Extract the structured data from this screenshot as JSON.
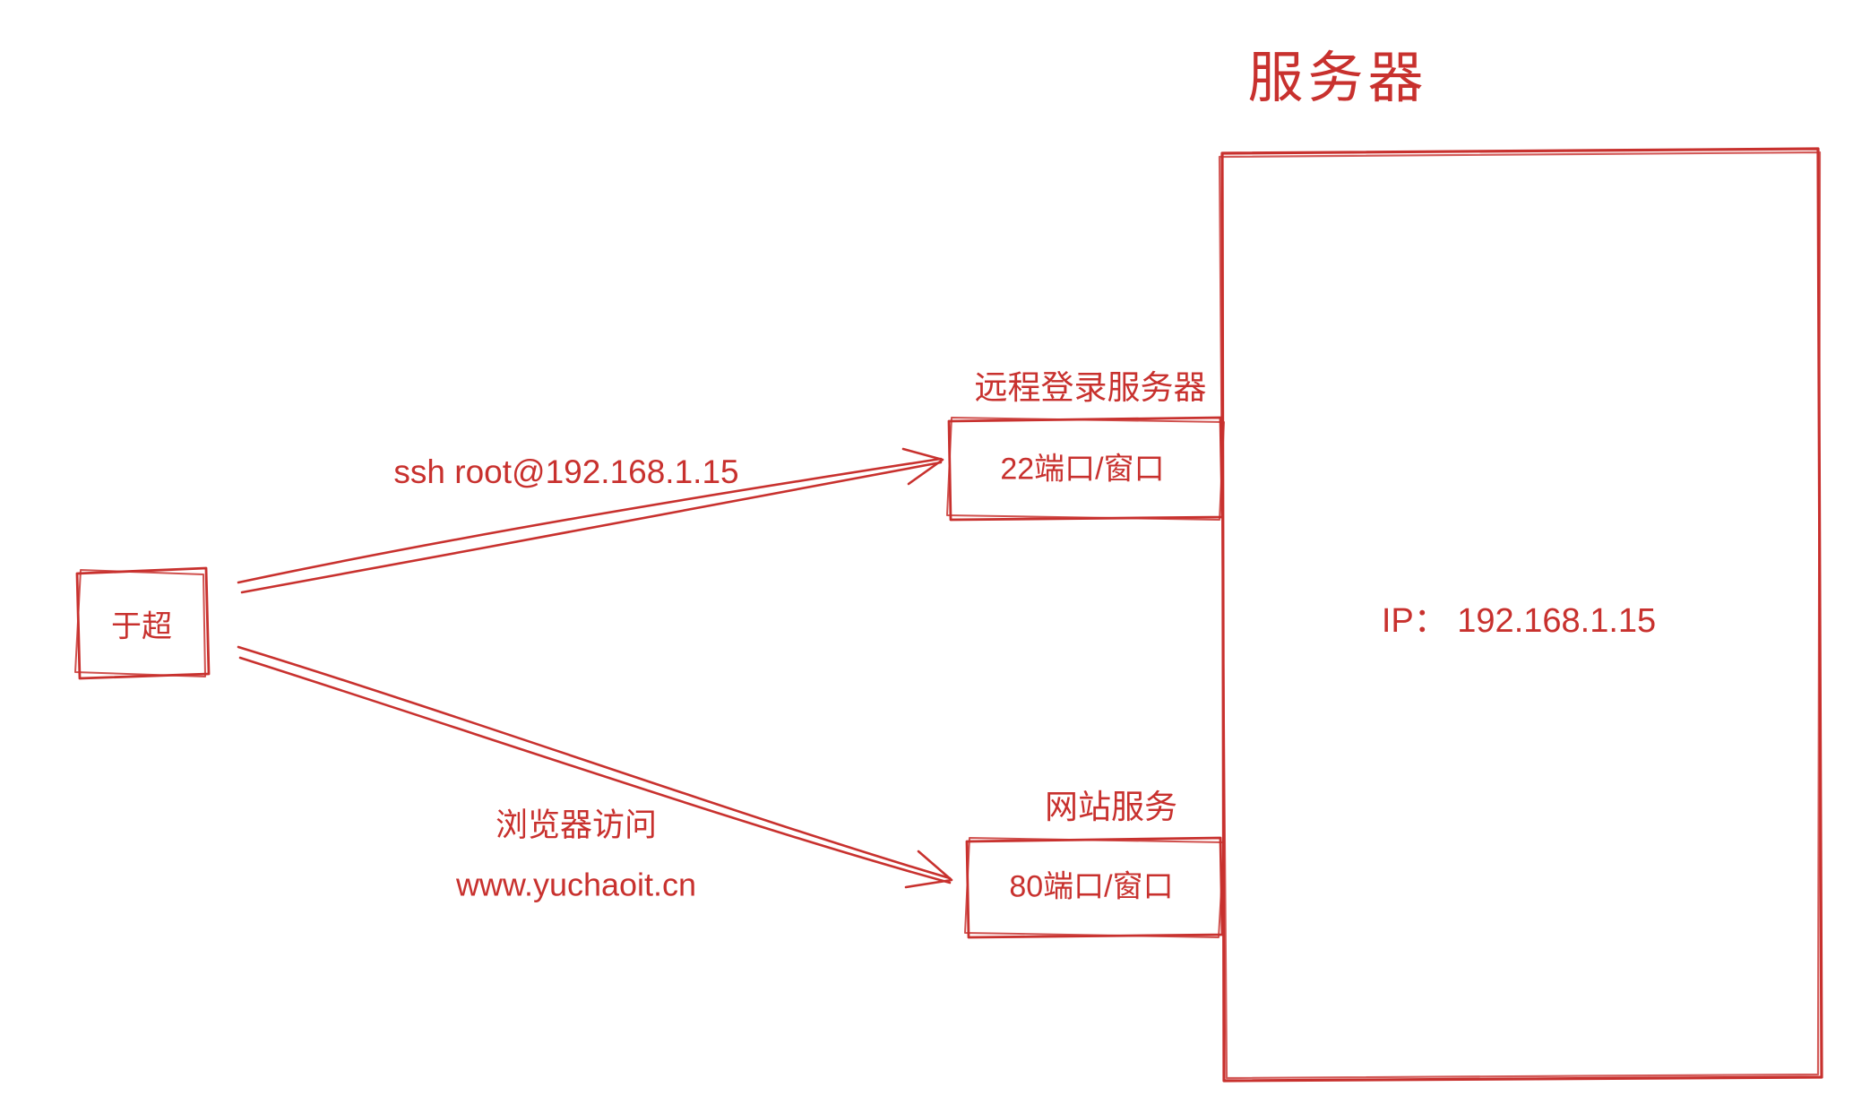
{
  "diagram": {
    "accent_color": "#c8312e",
    "title": "服务器",
    "server": {
      "ip_label": "IP： 192.168.1.15"
    },
    "client": {
      "label": "于超"
    },
    "ssh_connection": {
      "arrow_label": "ssh root@192.168.1.15",
      "service_label": "远程登录服务器",
      "port_label": "22端口/窗口"
    },
    "web_connection": {
      "arrow_label_line1": "浏览器访问",
      "arrow_label_line2": "www.yuchaoit.cn",
      "service_label": "网站服务",
      "port_label": "80端口/窗口"
    }
  }
}
